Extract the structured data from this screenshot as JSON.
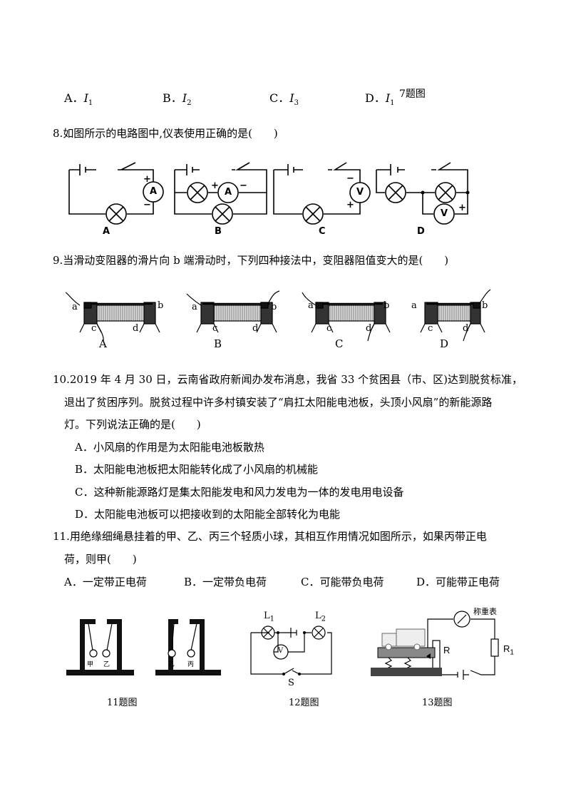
{
  "q7": {
    "options": [
      {
        "letter": "A．",
        "var": "I",
        "sub": "1"
      },
      {
        "letter": "B．",
        "var": "I",
        "sub": "2"
      },
      {
        "letter": "C．",
        "var": "I",
        "sub": "3"
      },
      {
        "letter": "D．",
        "var": "I",
        "sub": "1"
      }
    ],
    "fig_label": "7题图"
  },
  "q8": {
    "stem": "8.如图所示的电路图中,仪表使用正确的是(　　)",
    "labels": [
      "A",
      "B",
      "C",
      "D"
    ]
  },
  "q9": {
    "stem": "9.当滑动变阻器的滑片向 b 端滑动时，下列四种接法中，变阻器阻值变大的是(　　)",
    "labels": [
      "A",
      "B",
      "C",
      "D"
    ],
    "terminals": {
      "a": "a",
      "b": "b",
      "c": "c",
      "d": "d"
    }
  },
  "q10": {
    "stem_lines": [
      "10.2019 年 4 月 30 日，云南省政府新闻办发布消息，我省 33 个贫困县（市、区)达到脱贫标准，",
      "退出了贫困序列。脱贫过程中许多村镇安装了“肩扛太阳能电池板，头顶小风扇”的新能源路",
      "灯。下列说法正确的是(　　)"
    ],
    "options": [
      "A．小风扇的作用是为太阳能电池板散热",
      "B．太阳能电池板把太阳能转化成了小风扇的机械能",
      "C．这种新能源路灯是集太阳能发电和风力发电为一体的发电用电设备",
      "D．太阳能电池板可以把接收到的太阳能全部转化为电能"
    ]
  },
  "q11": {
    "stem_lines": [
      "11.用绝缘细绳悬挂着的甲、乙、丙三个轻质小球，其相互作用情况如图所示，如果丙带正电",
      "荷，则甲(　　)"
    ],
    "options": [
      "A．一定带正电荷",
      "B．一定带负电荷",
      "C．可能带负电荷",
      "D．可能带正电荷"
    ],
    "ball_labels": [
      "甲",
      "乙",
      "乙",
      "丙"
    ]
  },
  "figures": {
    "fig11_caption": "11题图",
    "fig12_caption": "12题图",
    "fig13_caption": "13题图",
    "fig12_labels": {
      "l1": "L",
      "l1_sub": "1",
      "l2": "L",
      "l2_sub": "2",
      "v": "V",
      "s": "S"
    },
    "fig13_labels": {
      "meter": "称重表",
      "r": "R",
      "r1": "R",
      "r1_sub": "1"
    }
  },
  "meter_symbols": {
    "ammeter": "A",
    "voltmeter": "V",
    "plus": "+",
    "minus": "−"
  }
}
